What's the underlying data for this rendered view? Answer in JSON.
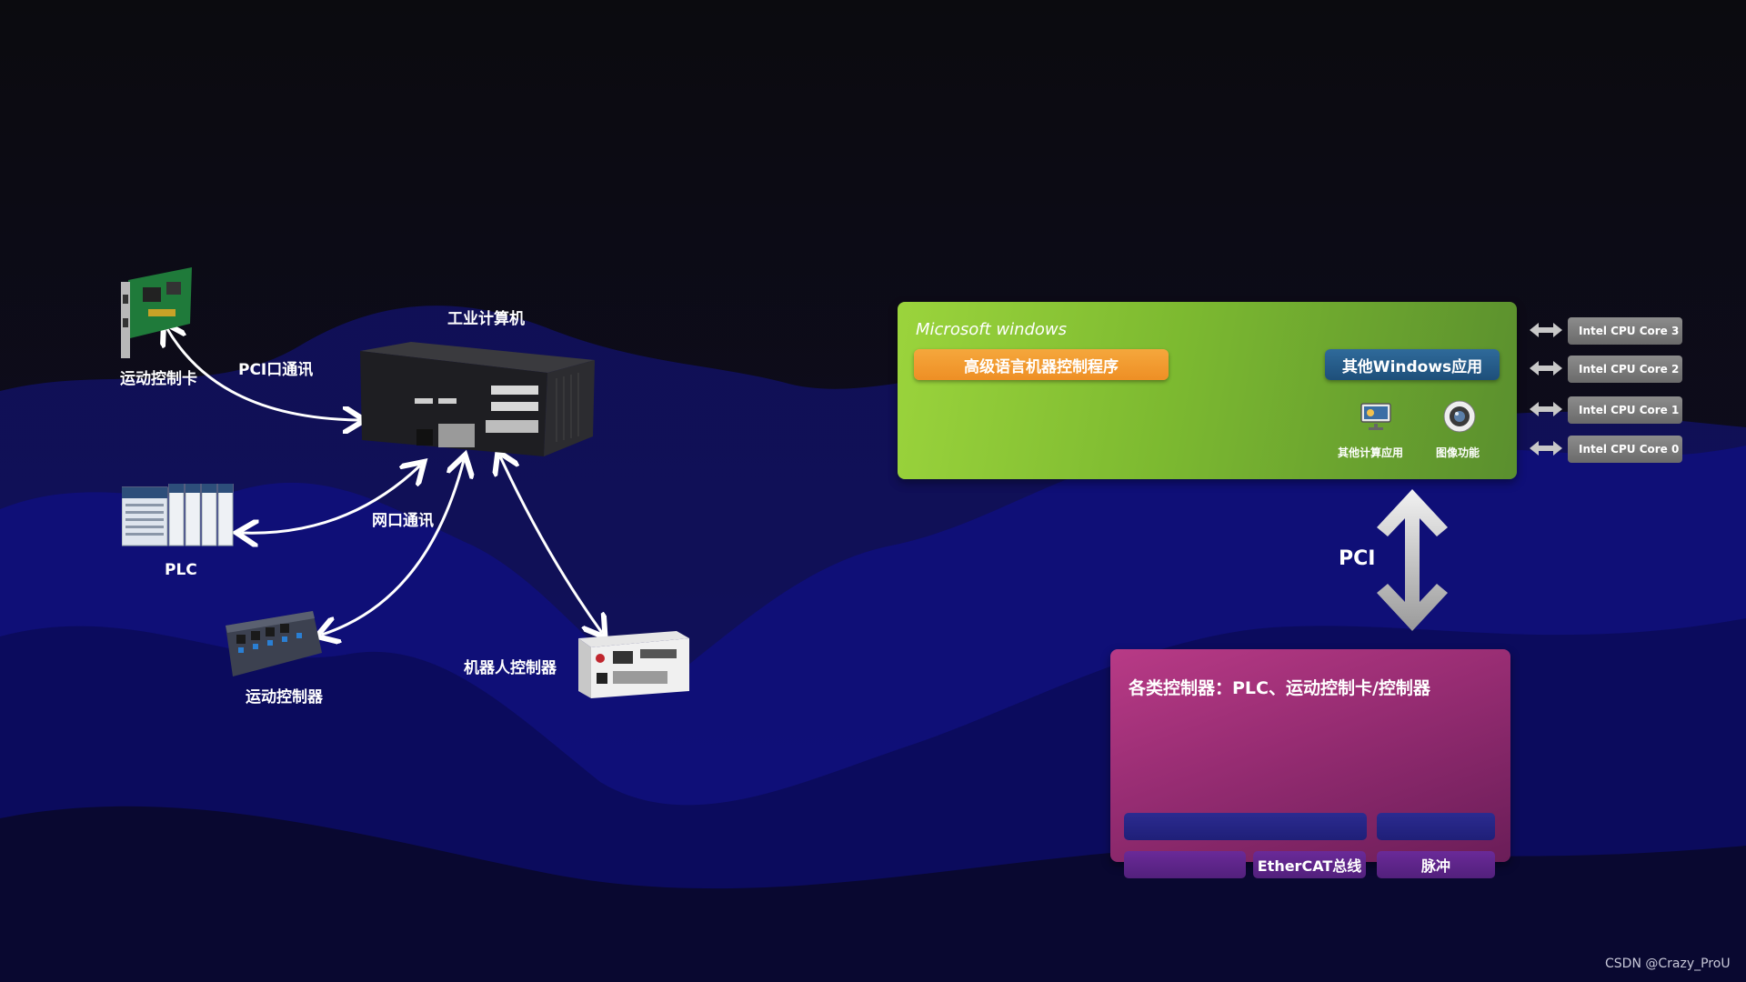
{
  "left": {
    "industrial_pc_label": "工业计算机",
    "motion_card_label": "运动控制卡",
    "pci_comm_label": "PCI口通讯",
    "plc_label": "PLC",
    "net_comm_label": "网口通讯",
    "motion_controller_label": "运动控制器",
    "robot_controller_label": "机器人控制器"
  },
  "windows_box": {
    "title": "Microsoft windows",
    "program_button": "高级语言机器控制程序",
    "other_apps_button": "其他Windows应用",
    "compute_app_label": "其他计算应用",
    "image_func_label": "图像功能"
  },
  "cpu_cores": [
    "Intel CPU Core 3",
    "Intel CPU Core 2",
    "Intel CPU Core 1",
    "Intel CPU Core 0"
  ],
  "pci_label": "PCI",
  "controller_box": {
    "title": "各类控制器：PLC、运动控制卡/控制器",
    "ethercat_label": "EtherCAT总线",
    "pulse_label": "脉冲"
  },
  "credit": "CSDN @Crazy_ProU",
  "colors": {
    "windows_green": "#8cc63f",
    "orange": "#f39c32",
    "blue_button": "#266291",
    "controller_magenta": "#a3327c"
  }
}
